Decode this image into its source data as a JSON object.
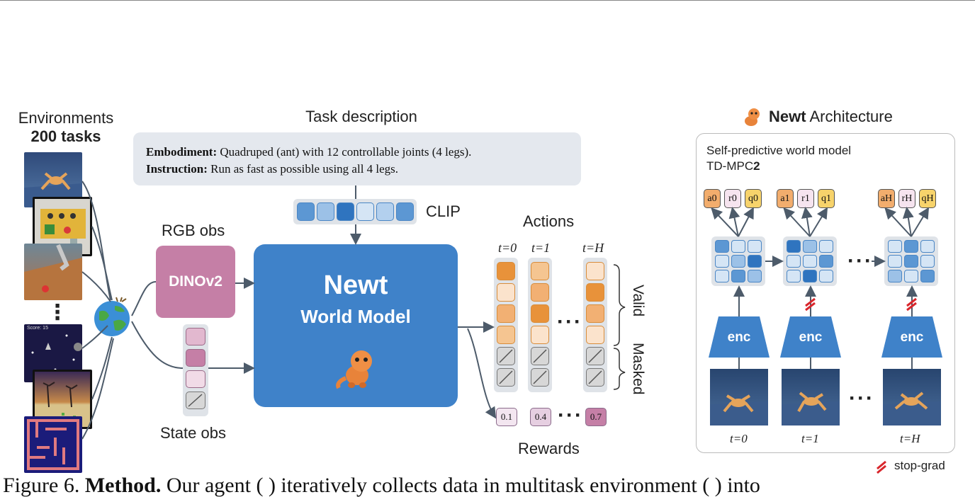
{
  "environments": {
    "title": "Environments",
    "count": "200 tasks",
    "ellipsis": "⋮",
    "game_score": "Score: 15"
  },
  "task": {
    "header": "Task description",
    "embodiment_label": "Embodiment:",
    "embodiment_text": "Quadruped (ant) with 12 controllable joints (4 legs).",
    "instruction_label": "Instruction:",
    "instruction_text": "Run as fast as possible using all 4 legs."
  },
  "clip_label": "CLIP",
  "rgb_obs_label": "RGB obs",
  "dino_label": "DINOv2",
  "state_obs_label": "State obs",
  "world_model": {
    "title": "Newt",
    "subtitle": "World Model"
  },
  "actions": {
    "label": "Actions",
    "steps": [
      "t=0",
      "t=1",
      "t=H"
    ],
    "ellipsis": "···",
    "valid_label": "Valid",
    "masked_label": "Masked"
  },
  "rewards": {
    "label": "Rewards",
    "values": [
      "0.1",
      "0.4",
      "0.7"
    ],
    "ellipsis": "···"
  },
  "architecture": {
    "header_bold": "Newt",
    "header_rest": "Architecture",
    "line1": "Self-predictive world model",
    "line2_plain": "TD-MPC",
    "line2_bold": "2",
    "encoder_label": "enc",
    "ellipsis": "···",
    "timesteps": [
      "t=0",
      "t=1",
      "t=H"
    ],
    "outputs": [
      [
        "a0",
        "r0",
        "q0"
      ],
      [
        "a1",
        "r1",
        "q1"
      ],
      [
        "aH",
        "rH",
        "qH"
      ]
    ],
    "stop_grad_label": "stop-grad"
  },
  "caption": {
    "prefix": "Figure 6.",
    "bold": "Method.",
    "text": "Our agent (  ) iteratively collects data in multitask environment (  ) into"
  },
  "colors": {
    "accent_blue": "#3f82c9",
    "dino_pink": "#c57fa6",
    "action_orange": "#e8923a",
    "panel_gray": "#dfe3e8",
    "stopgrad_red": "#d9262c"
  }
}
